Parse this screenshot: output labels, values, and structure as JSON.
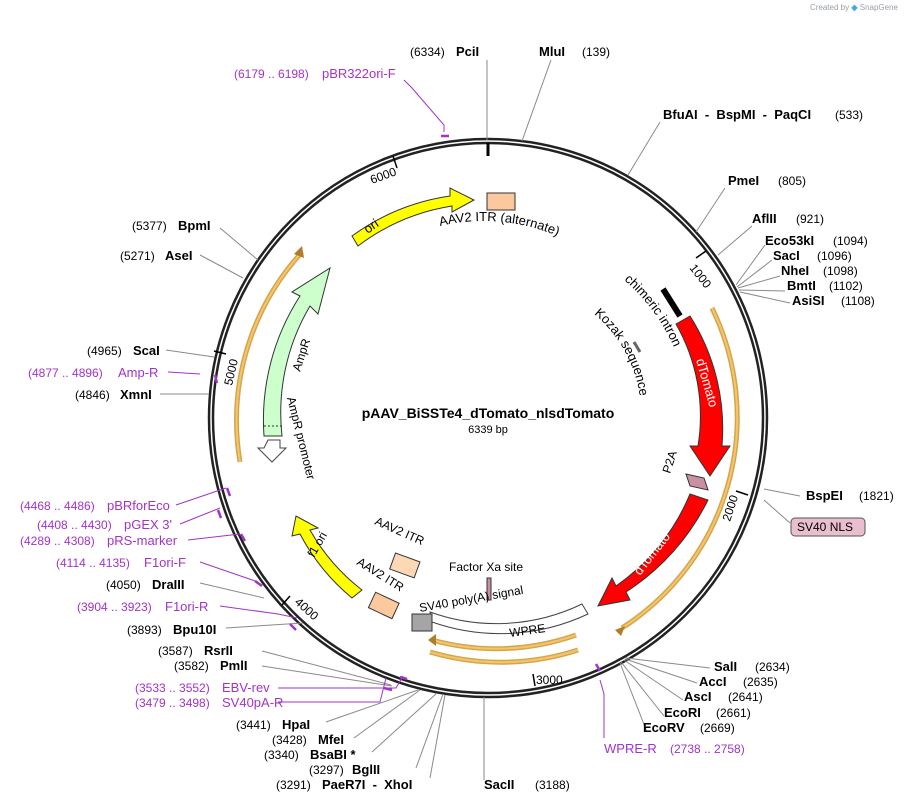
{
  "watermark": {
    "created_by": "Created by",
    "brand": "SnapGene"
  },
  "map": {
    "name": "pAAV_BiSSTe4_dTomato_nlsdTomato",
    "size_label": "6339 bp",
    "total_bp": 6339,
    "ticks": [
      "1000",
      "2000",
      "3000",
      "4000",
      "5000",
      "6000"
    ]
  },
  "features": [
    {
      "label": "ori",
      "color": "#ffff00"
    },
    {
      "label": "AAV2 ITR (alternate)",
      "color": "#fcc89d"
    },
    {
      "label": "chimeric intron",
      "color": "#000000"
    },
    {
      "label": "Kozak sequence",
      "color": "#888888"
    },
    {
      "label": "dTomato",
      "color": "#ff0000"
    },
    {
      "label": "P2A",
      "color": "#c98fa3"
    },
    {
      "label": "dTomato",
      "color": "#ff0000"
    },
    {
      "label": "WPRE",
      "color": "#ffffff"
    },
    {
      "label": "SV40 poly(A) signal",
      "color": "#a5a5a5"
    },
    {
      "label": "Factor Xa site",
      "color": "#c98fa3"
    },
    {
      "label": "AAV2 ITR",
      "color": "#fcc89d"
    },
    {
      "label": "AAV2 ITR",
      "color": "#fcc89d"
    },
    {
      "label": "f1 ori",
      "color": "#ffff00"
    },
    {
      "label": "AmpR promoter",
      "color": "#ffffff"
    },
    {
      "label": "AmpR",
      "color": "#ccffcc"
    }
  ],
  "sites": [
    {
      "name": "PciI",
      "pos": "(6334)"
    },
    {
      "name": "MluI",
      "pos": "(139)"
    },
    {
      "name": "BfuAI  -  BspMI  -  PaqCI",
      "pos": "(533)"
    },
    {
      "name": "PmeI",
      "pos": "(805)"
    },
    {
      "name": "AflII",
      "pos": "(921)"
    },
    {
      "name": "Eco53kI",
      "pos": "(1094)"
    },
    {
      "name": "SacI",
      "pos": "(1096)"
    },
    {
      "name": "NheI",
      "pos": "(1098)"
    },
    {
      "name": "BmtI",
      "pos": "(1102)"
    },
    {
      "name": "AsiSI",
      "pos": "(1108)"
    },
    {
      "name": "BspEI",
      "pos": "(1821)"
    },
    {
      "name": "SalI",
      "pos": "(2634)"
    },
    {
      "name": "AccI",
      "pos": "(2635)"
    },
    {
      "name": "AscI",
      "pos": "(2641)"
    },
    {
      "name": "EcoRI",
      "pos": "(2661)"
    },
    {
      "name": "EcoRV",
      "pos": "(2669)"
    },
    {
      "name": "SacII",
      "pos": "(3188)"
    },
    {
      "name": "PaeR7I  -  XhoI",
      "pos": "(3291)"
    },
    {
      "name": "BglII",
      "pos": "(3297)"
    },
    {
      "name": "BsaBI *",
      "pos": "(3340)"
    },
    {
      "name": "MfeI",
      "pos": "(3428)"
    },
    {
      "name": "HpaI",
      "pos": "(3441)"
    },
    {
      "name": "PmlI",
      "pos": "(3582)"
    },
    {
      "name": "RsrII",
      "pos": "(3587)"
    },
    {
      "name": "Bpu10I",
      "pos": "(3893)"
    },
    {
      "name": "DraIII",
      "pos": "(4050)"
    },
    {
      "name": "XmnI",
      "pos": "(4846)"
    },
    {
      "name": "ScaI",
      "pos": "(4965)"
    },
    {
      "name": "AseI",
      "pos": "(5271)"
    },
    {
      "name": "BpmI",
      "pos": "(5377)"
    }
  ],
  "primers": [
    {
      "name": "pBR322ori-F",
      "range": "(6179 .. 6198)"
    },
    {
      "name": "WPRE-R",
      "range": "(2738 .. 2758)"
    },
    {
      "name": "EBV-rev",
      "range": "(3533 .. 3552)"
    },
    {
      "name": "SV40pA-R",
      "range": "(3479 .. 3498)"
    },
    {
      "name": "F1ori-R",
      "range": "(3904 .. 3923)"
    },
    {
      "name": "F1ori-F",
      "range": "(4114 .. 4135)"
    },
    {
      "name": "pRS-marker",
      "range": "(4289 .. 4308)"
    },
    {
      "name": "pGEX 3'",
      "range": "(4408 .. 4430)"
    },
    {
      "name": "pBRforEco",
      "range": "(4468 .. 4486)"
    },
    {
      "name": "Amp-R",
      "range": "(4877 .. 4896)"
    }
  ],
  "callout": {
    "label": "SV40 NLS",
    "color": "#e9bfcf"
  }
}
